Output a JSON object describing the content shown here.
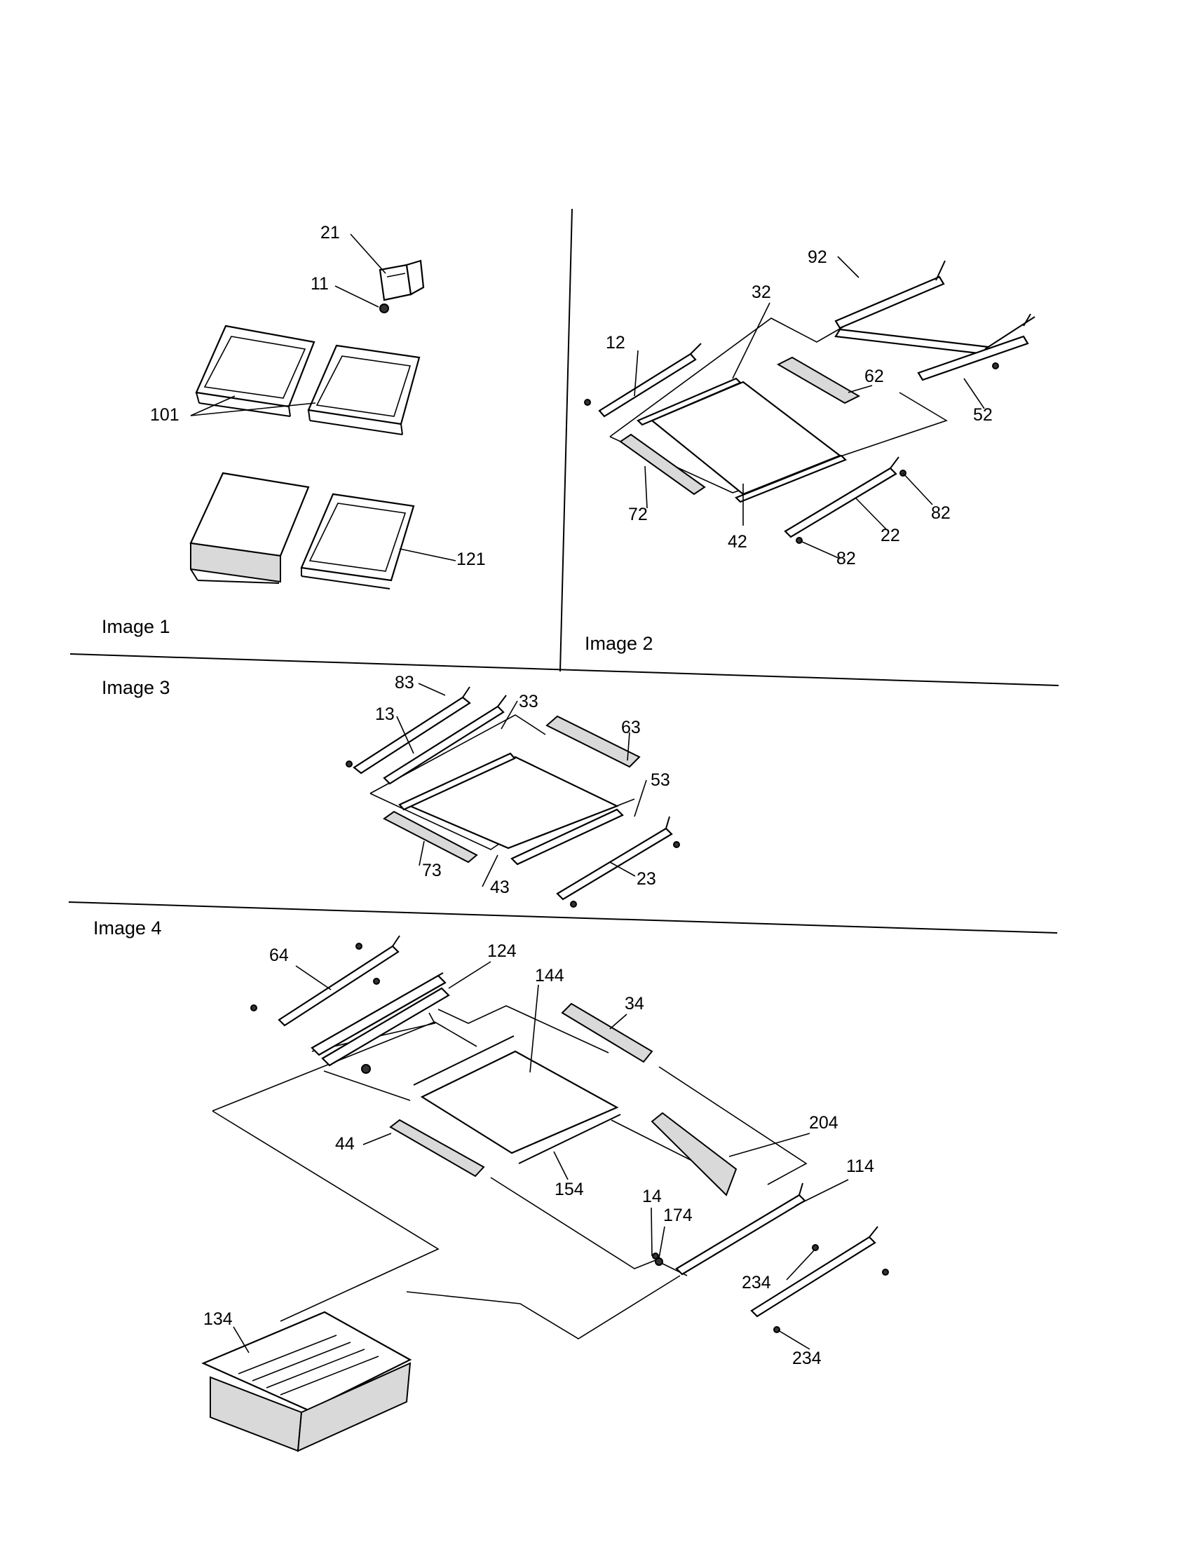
{
  "panels": [
    {
      "caption": "Image 1",
      "callouts": [
        "21",
        "11",
        "101",
        "121"
      ]
    },
    {
      "caption": "Image 2",
      "callouts": [
        "92",
        "32",
        "12",
        "62",
        "52",
        "72",
        "42",
        "82",
        "22",
        "82"
      ]
    },
    {
      "caption": "Image 3",
      "callouts": [
        "83",
        "33",
        "13",
        "63",
        "53",
        "73",
        "43",
        "23"
      ]
    },
    {
      "caption": "Image 4",
      "callouts": [
        "64",
        "124",
        "144",
        "34",
        "204",
        "44",
        "154",
        "114",
        "14",
        "174",
        "234",
        "234",
        "134"
      ]
    }
  ]
}
